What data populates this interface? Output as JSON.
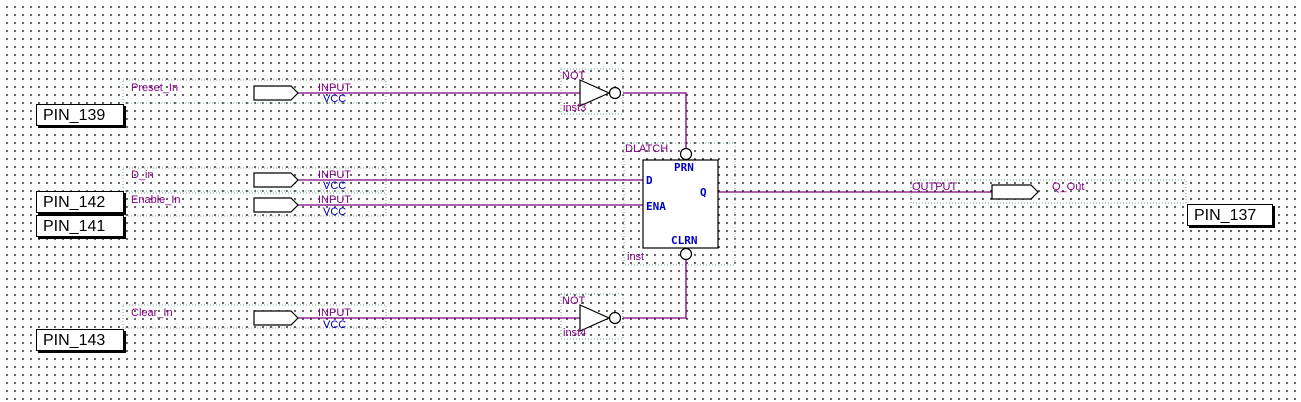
{
  "pins": {
    "pin_139": "PIN_139",
    "pin_142": "PIN_142",
    "pin_141": "PIN_141",
    "pin_143": "PIN_143",
    "pin_137": "PIN_137"
  },
  "inputs": {
    "preset": {
      "name": "Preset_In",
      "type": "INPUT",
      "default": "VCC"
    },
    "d": {
      "name": "D_in",
      "type": "INPUT",
      "default": "VCC"
    },
    "enable": {
      "name": "Enable_In",
      "type": "INPUT",
      "default": "VCC"
    },
    "clear": {
      "name": "Clear_In",
      "type": "INPUT",
      "default": "VCC"
    }
  },
  "output": {
    "name": "Q_Out",
    "type": "OUTPUT"
  },
  "gates": {
    "not_preset": {
      "type": "NOT",
      "instance": "inst3"
    },
    "not_clear": {
      "type": "NOT",
      "instance": "inst4"
    }
  },
  "latch": {
    "type": "DLATCH",
    "instance": "inst",
    "ports": {
      "d": "D",
      "ena": "ENA",
      "q": "Q",
      "prn": "PRN",
      "clrn": "CLRN"
    }
  },
  "colors": {
    "wire": "#800080",
    "label": "#800080",
    "port": "#0000c0",
    "box": "#000000"
  }
}
